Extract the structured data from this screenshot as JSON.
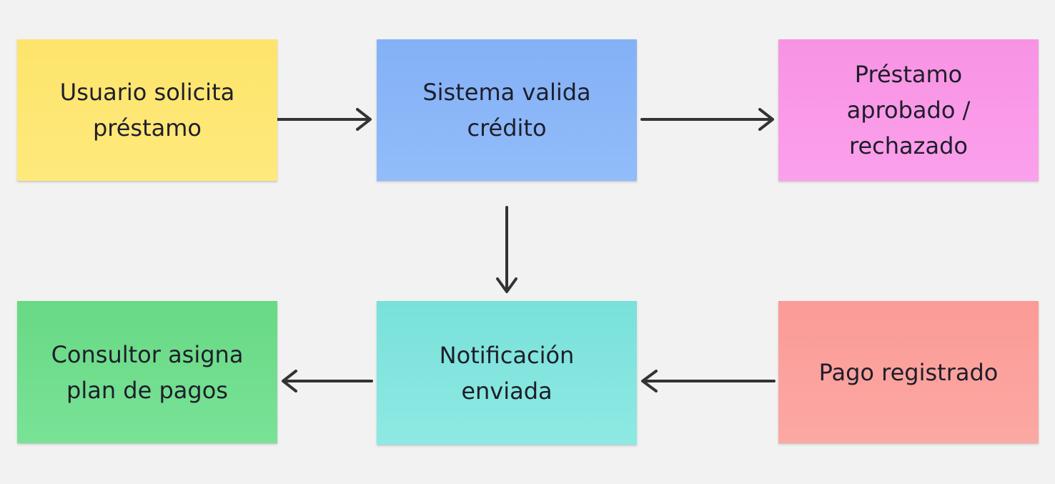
{
  "diagram": {
    "nodes": [
      {
        "id": "n1",
        "label": "Usuario solicita\npréstamo",
        "color": "#fee672"
      },
      {
        "id": "n2",
        "label": "Sistema valida\ncrédito",
        "color": "#89b6f8"
      },
      {
        "id": "n3",
        "label": "Préstamo\naprobado /\nrechazado",
        "color": "#fa9ae8"
      },
      {
        "id": "n4",
        "label": "Consultor asigna\nplan de pagos",
        "color": "#70dd8d"
      },
      {
        "id": "n5",
        "label": "Notificación\nenviada",
        "color": "#84e5de"
      },
      {
        "id": "n6",
        "label": "Pago registrado",
        "color": "#fca29d"
      }
    ],
    "edges": [
      {
        "from": "n1",
        "to": "n2"
      },
      {
        "from": "n2",
        "to": "n3"
      },
      {
        "from": "n2",
        "to": "n5"
      },
      {
        "from": "n6",
        "to": "n5"
      },
      {
        "from": "n5",
        "to": "n4"
      }
    ],
    "arrow_color": "#333333"
  }
}
